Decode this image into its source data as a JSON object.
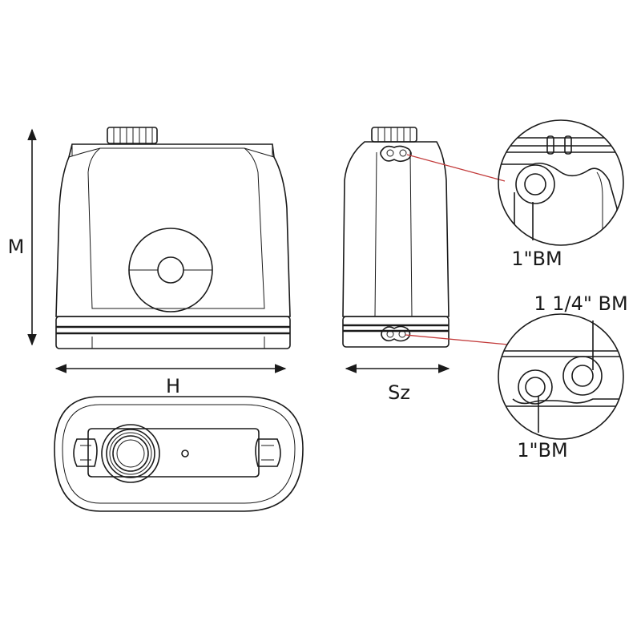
{
  "labels": {
    "height_dim": "M",
    "width_dim": "H",
    "depth_dim": "Sz",
    "top_detail_port": "1\"BM",
    "bottom_detail_port_large": "1 1/4\" BM",
    "bottom_detail_port_small": "1\"BM"
  },
  "colors": {
    "line": "#1a1a1a",
    "leader": "#c23a3a",
    "background": "#ffffff"
  }
}
